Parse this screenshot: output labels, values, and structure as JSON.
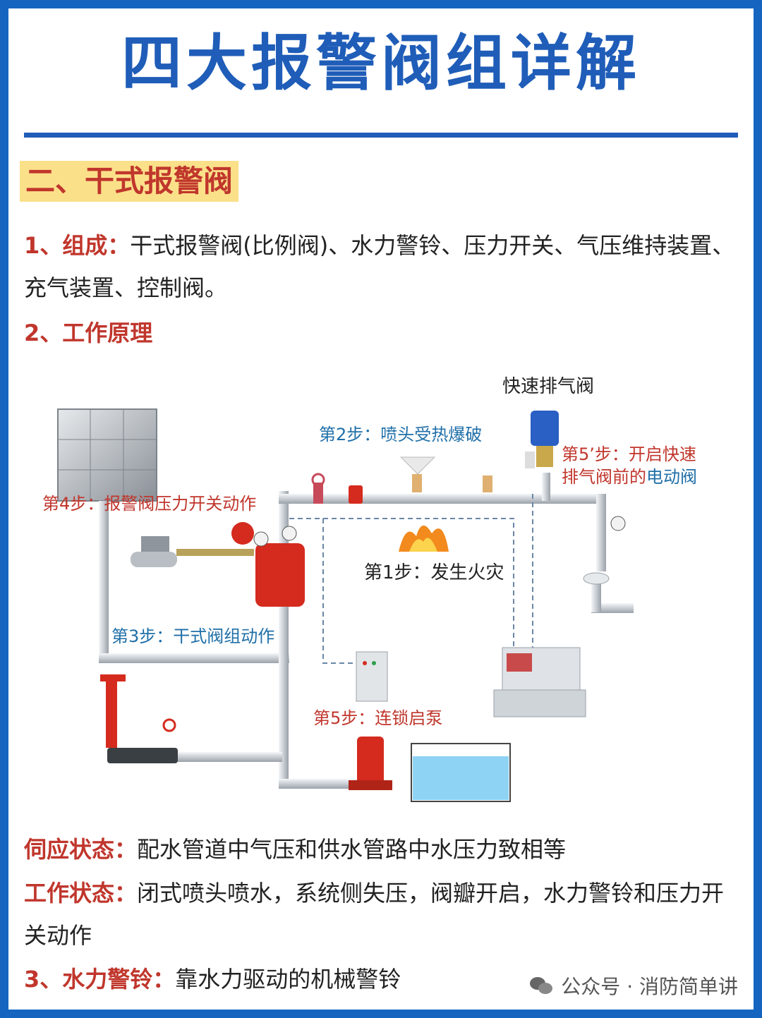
{
  "title": "四大报警阀组详解",
  "section": "二、干式报警阀",
  "composition": {
    "label": "1、组成：",
    "text": "干式报警阀(比例阀)、水力警铃、压力开关、气压维持装置、充气装置、控制阀。"
  },
  "principle": {
    "label": "2、工作原理"
  },
  "diagram": {
    "labels": {
      "exhaust_valve": "快速排气阀",
      "step2": "第2步：喷头受热爆破",
      "step5p_line1": "第5’步：开启快速",
      "step5p_line2a": "排气阀前的",
      "step5p_line2b": "电动阀",
      "step4": "第4步：报警阀压力开关动作",
      "step1": "第1步：发生火灾",
      "step3": "第3步：干式阀组动作",
      "step5": "第5步：连锁启泵"
    },
    "colors": {
      "pipe": "#d8dde2",
      "valve": "#d42b1e",
      "signal": "#6a86a8",
      "water": "#8fd3f4"
    }
  },
  "standby": {
    "label": "伺应状态：",
    "text": "配水管道中气压和供水管路中水压力致相等"
  },
  "working": {
    "label": "工作状态：",
    "text": "闭式喷头喷水，系统侧失压，阀瓣开启，水力警铃和压力开关动作"
  },
  "bell": {
    "label": "3、水力警铃：",
    "text": "靠水力驱动的机械警铃"
  },
  "footer": {
    "text": "公众号 · 消防简单讲",
    "icon": "wechat-icon"
  }
}
